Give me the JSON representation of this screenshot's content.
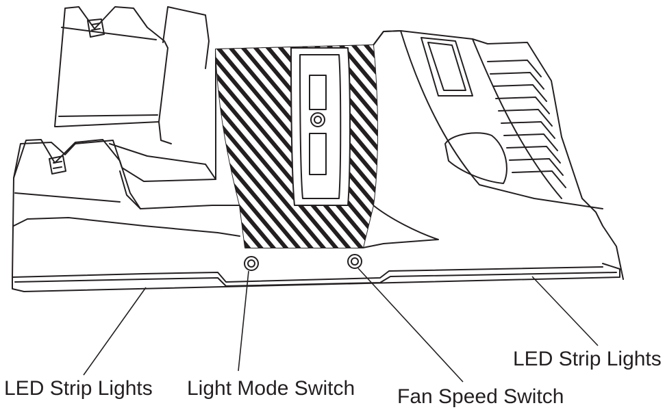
{
  "diagram": {
    "labels": {
      "led_left": "LED Strip Lights",
      "light_mode": "Light Mode Switch",
      "fan_speed": "Fan Speed Switch",
      "led_right": "LED Strip Lights"
    },
    "colors": {
      "line": "#231f20",
      "background": "#ffffff"
    }
  }
}
